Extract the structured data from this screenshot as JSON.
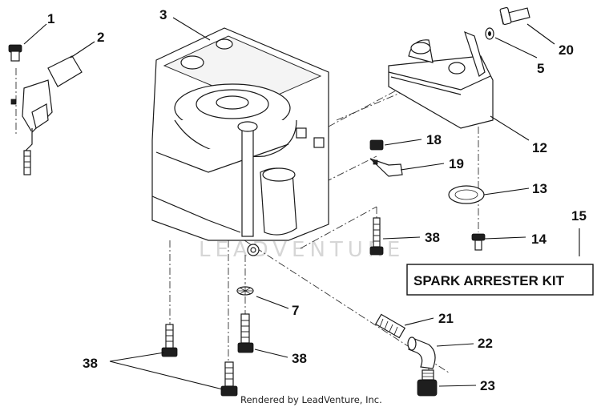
{
  "callouts": {
    "c1": "1",
    "c2": "2",
    "c3": "3",
    "c5": "5",
    "c7": "7",
    "c12": "12",
    "c13": "13",
    "c14": "14",
    "c15": "15",
    "c18": "18",
    "c19": "19",
    "c20": "20",
    "c21": "21",
    "c22": "22",
    "c23": "23",
    "c38a": "38",
    "c38b": "38",
    "c38c": "38"
  },
  "kit_label": "SPARK ARRESTER KIT",
  "watermark": "LEADVENTURE",
  "footer": "Rendered by LeadVenture, Inc."
}
